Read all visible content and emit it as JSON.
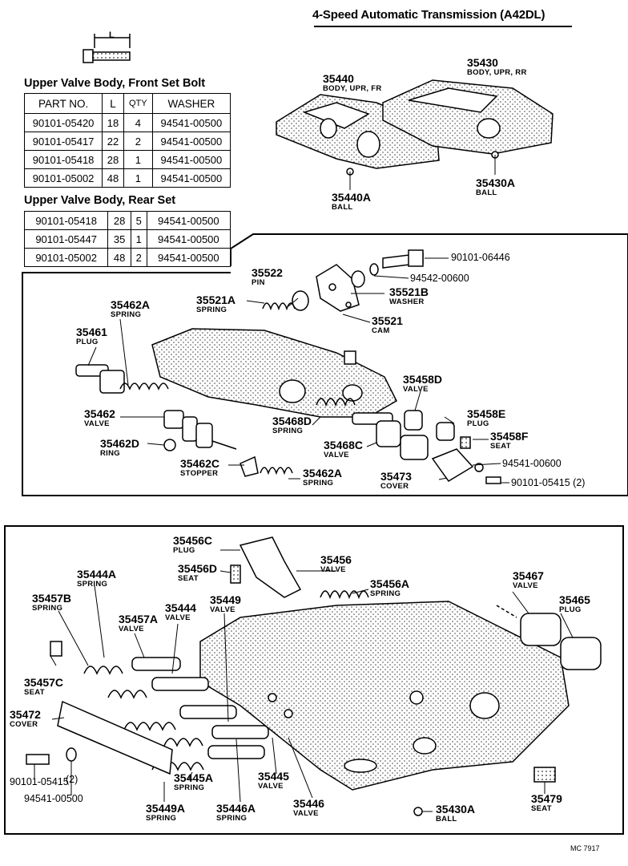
{
  "header": {
    "title": "4-Speed Automatic Transmission (A42DL)",
    "bolt_length_label": "L"
  },
  "front_table": {
    "title": "Upper Valve Body, Front Set Bolt",
    "headers": [
      "PART NO.",
      "L",
      "QTY",
      "WASHER"
    ],
    "rows": [
      [
        "90101-05420",
        "18",
        "4",
        "94541-00500"
      ],
      [
        "90101-05417",
        "22",
        "2",
        "94541-00500"
      ],
      [
        "90101-05418",
        "28",
        "1",
        "94541-00500"
      ],
      [
        "90101-05002",
        "48",
        "1",
        "94541-00500"
      ]
    ]
  },
  "rear_table": {
    "title": "Upper Valve Body, Rear Set",
    "rows": [
      [
        "90101-05418",
        "28",
        "5",
        "94541-00500"
      ],
      [
        "90101-05447",
        "35",
        "1",
        "94541-00500"
      ],
      [
        "90101-05002",
        "48",
        "2",
        "94541-00500"
      ]
    ]
  },
  "parts": {
    "p35440": {
      "no": "35440",
      "name": "BODY, UPR, FR"
    },
    "p35430": {
      "no": "35430",
      "name": "BODY, UPR, RR"
    },
    "p35440A": {
      "no": "35440A",
      "name": "BALL"
    },
    "p35430A": {
      "no": "35430A",
      "name": "BALL"
    },
    "p90101_06446": {
      "no": "90101-06446"
    },
    "p94542_00600": {
      "no": "94542-00600"
    },
    "p35522": {
      "no": "35522",
      "name": "PIN"
    },
    "p35521A": {
      "no": "35521A",
      "name": "SPRING"
    },
    "p35521B": {
      "no": "35521B",
      "name": "WASHER"
    },
    "p35521": {
      "no": "35521",
      "name": "CAM"
    },
    "p35462A_top": {
      "no": "35462A",
      "name": "SPRING"
    },
    "p35461": {
      "no": "35461",
      "name": "PLUG"
    },
    "p35458D": {
      "no": "35458D",
      "name": "VALVE"
    },
    "p35462": {
      "no": "35462",
      "name": "VALVE"
    },
    "p35468D": {
      "no": "35468D",
      "name": "SPRING"
    },
    "p35458E": {
      "no": "35458E",
      "name": "PLUG"
    },
    "p35458F": {
      "no": "35458F",
      "name": "SEAT"
    },
    "p35462D": {
      "no": "35462D",
      "name": "RING"
    },
    "p35468C": {
      "no": "35468C",
      "name": "VALVE"
    },
    "p94541_00600": {
      "no": "94541-00600"
    },
    "p35462C": {
      "no": "35462C",
      "name": "STOPPER"
    },
    "p35462A_bot": {
      "no": "35462A",
      "name": "SPRING"
    },
    "p35473": {
      "no": "35473",
      "name": "COVER"
    },
    "p90101_05415_2": {
      "no": "90101-05415 (2)"
    },
    "p35456C": {
      "no": "35456C",
      "name": "PLUG"
    },
    "p35456": {
      "no": "35456",
      "name": "VALVE"
    },
    "p35456D": {
      "no": "35456D",
      "name": "SEAT"
    },
    "p35456A": {
      "no": "35456A",
      "name": "SPRING"
    },
    "p35444A": {
      "no": "35444A",
      "name": "SPRING"
    },
    "p35467": {
      "no": "35467",
      "name": "VALVE"
    },
    "p35465": {
      "no": "35465",
      "name": "PLUG"
    },
    "p35457B": {
      "no": "35457B",
      "name": "SPRING"
    },
    "p35444": {
      "no": "35444",
      "name": "VALVE"
    },
    "p35449": {
      "no": "35449",
      "name": "VALVE"
    },
    "p35457A": {
      "no": "35457A",
      "name": "VALVE"
    },
    "p35457C": {
      "no": "35457C",
      "name": "SEAT"
    },
    "p35472": {
      "no": "35472",
      "name": "COVER"
    },
    "p90101_05415": {
      "no": "90101-05415"
    },
    "p2": {
      "no": "(2)"
    },
    "p94541_00500": {
      "no": "94541-00500"
    },
    "p35445A": {
      "no": "35445A",
      "name": "SPRING"
    },
    "p35445": {
      "no": "35445",
      "name": "VALVE"
    },
    "p35449A": {
      "no": "35449A",
      "name": "SPRING"
    },
    "p35446A": {
      "no": "35446A",
      "name": "SPRING"
    },
    "p35446": {
      "no": "35446",
      "name": "VALVE"
    },
    "p35430A_bot": {
      "no": "35430A",
      "name": "BALL"
    },
    "p35479": {
      "no": "35479",
      "name": "SEAT"
    }
  },
  "footer": {
    "code": "MC  7917"
  }
}
